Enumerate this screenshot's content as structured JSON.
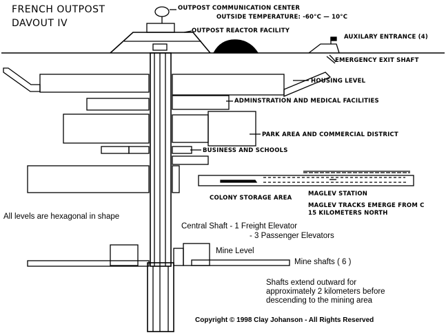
{
  "title": {
    "line1": "FRENCH OUTPOST",
    "line2": "DAVOUT IV"
  },
  "labels": {
    "comm_center": "OUTPOST COMMUNICATION CENTER",
    "temperature": "OUTSIDE TEMPERATURE: -60°C — 10°C",
    "reactor": "OUTPOST REACTOR FACILITY",
    "aux_entrance": "AUXILARY ENTRANCE (4)",
    "exit_shaft": "EMERGENCY EXIT SHAFT",
    "housing": "HOUSING LEVEL",
    "admin": "ADMINSTRATION AND MEDICAL FACILITIES",
    "park": "PARK AREA AND COMMERCIAL DISTRICT",
    "business": "BUSINESS AND SCHOOLS",
    "maglev_station": "MAGLEV STATION",
    "storage": "COLONY STORAGE AREA",
    "maglev_tracks_1": "MAGLEV TRACKS EMERGE FROM C",
    "maglev_tracks_2": "15 KILOMETERS NORTH",
    "hexagonal": "All levels are hexagonal in shape",
    "shaft_1": "Central Shaft - 1 Freight Elevator",
    "shaft_2": "- 3 Passenger Elevators",
    "mine_level": "Mine Level",
    "mine_shafts": "Mine shafts ( 6 )",
    "shafts_note_1": "Shafts extend outward for",
    "shafts_note_2": "approximately 2 kilometers before",
    "shafts_note_3": "descending to the mining area",
    "copyright": "Copyright © 1998 Clay Johanson - All Rights Reserved"
  },
  "colors": {
    "ink": "#000000",
    "paper": "#ffffff"
  }
}
